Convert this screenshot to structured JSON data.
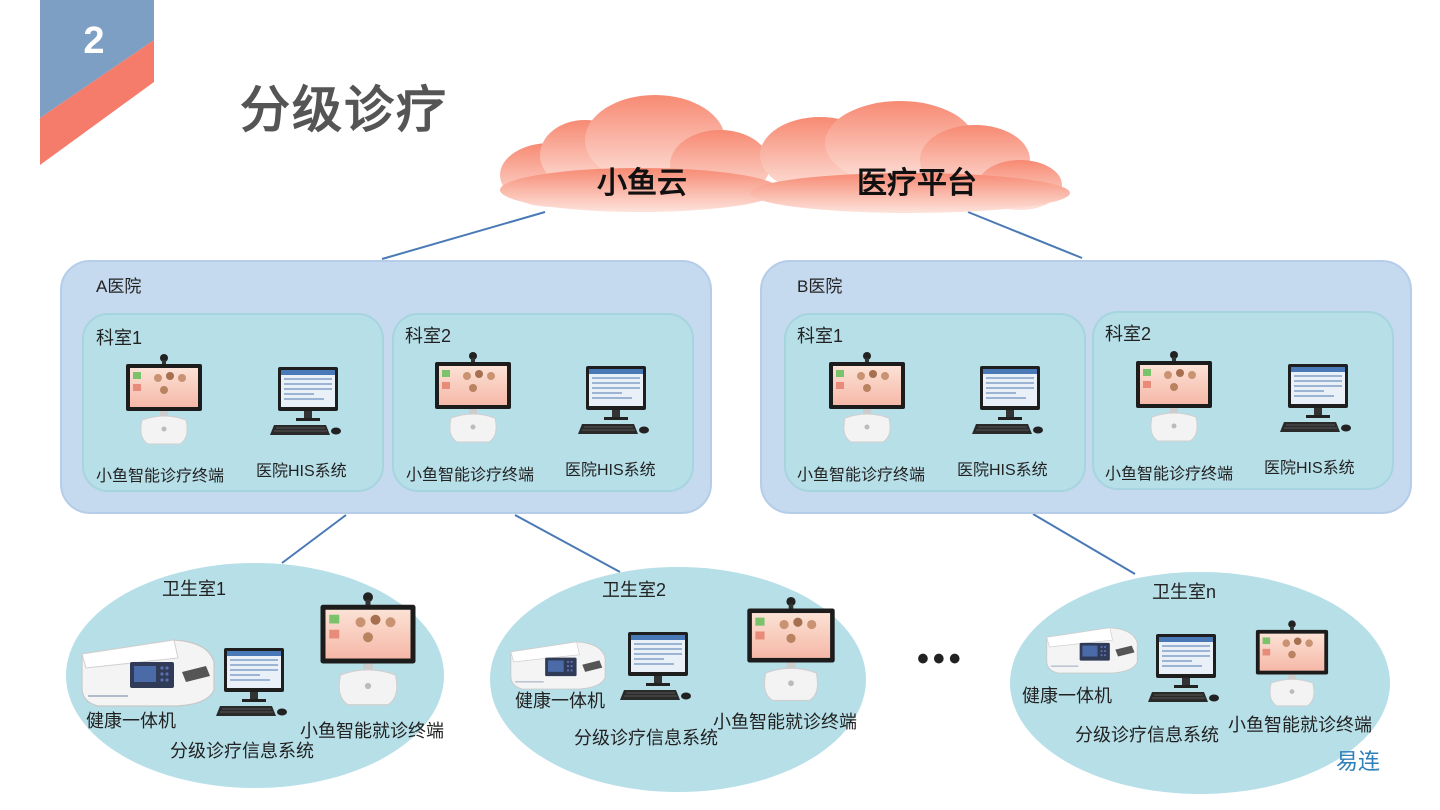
{
  "slide": {
    "number": "2",
    "title": "分级诊疗",
    "colors": {
      "badge_blue": "#7e9fc4",
      "badge_red": "#f57c6a",
      "cloud_top": "#f78a73",
      "cloud_bottom": "#fde3dc",
      "line": "#4a7ab5"
    }
  },
  "cloud": {
    "left_label": "小鱼云",
    "right_label": "医疗平台"
  },
  "hospitals": [
    {
      "name": "A医院",
      "rooms": [
        {
          "name": "科室1",
          "terminal_label": "小鱼智能诊疗终端",
          "his_label": "医院HIS系统"
        },
        {
          "name": "科室2",
          "terminal_label": "小鱼智能诊疗终端",
          "his_label": "医院HIS系统"
        }
      ]
    },
    {
      "name": "B医院",
      "rooms": [
        {
          "name": "科室1",
          "terminal_label": "小鱼智能诊疗终端",
          "his_label": "医院HIS系统"
        },
        {
          "name": "科室2",
          "terminal_label": "小鱼智能诊疗终端",
          "his_label": "医院HIS系统"
        }
      ]
    }
  ],
  "clinics": [
    {
      "name": "卫生室1",
      "device1": "健康一体机",
      "device2": "分级诊疗信息系统",
      "device3": "小鱼智能就诊终端"
    },
    {
      "name": "卫生室2",
      "device1": "健康一体机",
      "device2": "分级诊疗信息系统",
      "device3": "小鱼智能就诊终端"
    },
    {
      "name": "卫生室n",
      "device1": "健康一体机",
      "device2": "分级诊疗信息系统",
      "device3": "小鱼智能就诊终端"
    }
  ],
  "ellipsis": "•••",
  "brand": "易连",
  "icons": [
    "smart-terminal-icon",
    "his-computer-icon",
    "health-machine-icon"
  ]
}
